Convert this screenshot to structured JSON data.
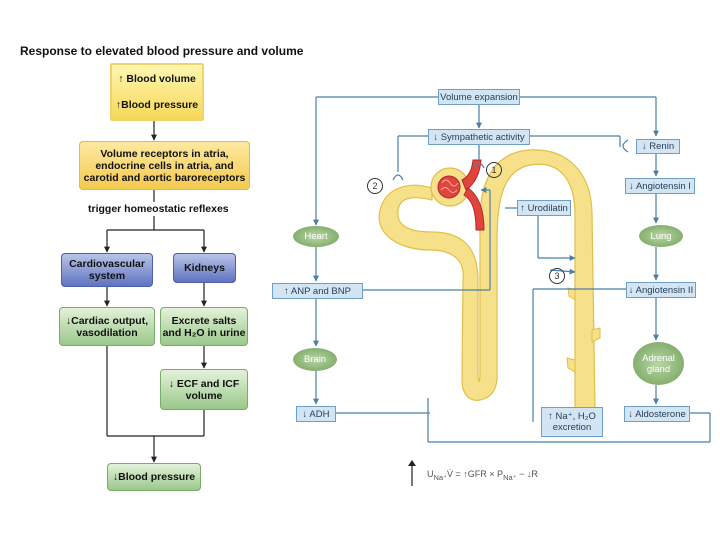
{
  "title": "Response to elevated blood pressure and volume",
  "left": {
    "top_box_line1": "↑ Blood volume",
    "top_box_line2": "↑Blood pressure",
    "receptors": "Volume receptors in atria,\nendocrine cells in atria, and\ncarotid and aortic baroreceptors",
    "trigger": "trigger homeostatic reflexes",
    "cardio": "Cardiovascular\nsystem",
    "kidneys": "Kidneys",
    "cardiac_output": "↓Cardiac output,\nvasodilation",
    "excrete": "Excrete salts\nand H₂O in urine",
    "ecf": "↓ ECF and ICF\nvolume",
    "bp_down": "↓Blood pressure"
  },
  "right": {
    "volume_expansion": "Volume expansion",
    "sympathetic": "↓ Sympathetic activity",
    "renin": "↓ Renin",
    "angiotensin1": "↓ Angiotensin I",
    "lung": "Lung",
    "angiotensin2": "↓ Angiotensin II",
    "adrenal": "Adrenal\ngland",
    "aldosterone": "↓ Aldosterone",
    "heart": "Heart",
    "anp_bnp": "↑ ANP and BNP",
    "brain": "Brain",
    "adh": "↓ ADH",
    "urodilatin": "↑ Urodilatin",
    "na_excretion": "↑ Na⁺, H₂O\nexcretion",
    "marker1": "1",
    "marker2": "2",
    "marker3": "3",
    "formula": "U<sub>Na⁺</sub>V̇ = ↑GFR × P<sub>Na⁺</sub> − ↓R"
  },
  "colors": {
    "arrow": "#4a7fa8",
    "left_arrow": "#222222",
    "nephron": "#f6e08a",
    "nephron_edge": "#e0bf4a",
    "glomerulus": "#e0443a"
  }
}
